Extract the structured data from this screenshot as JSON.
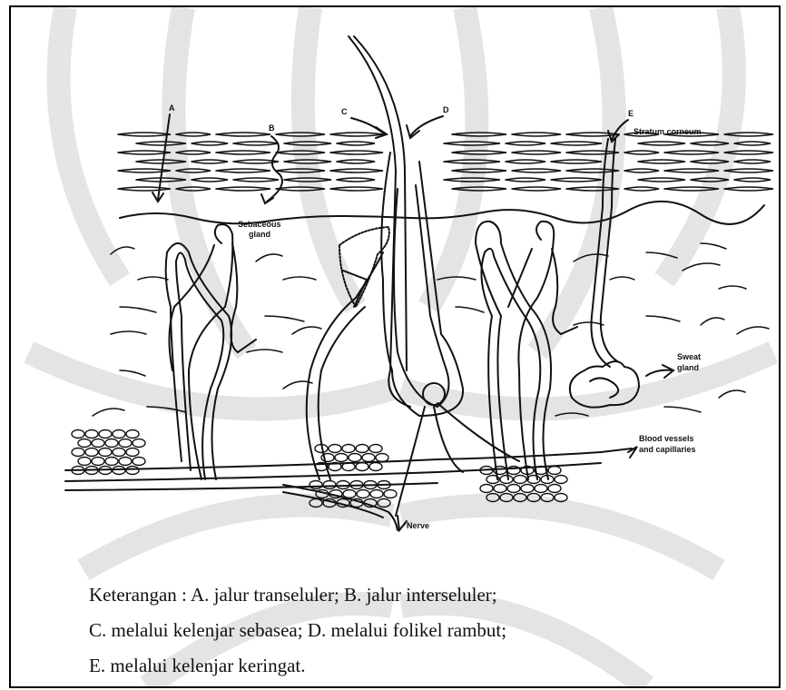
{
  "diagram": {
    "letters": {
      "a": "A",
      "b": "B",
      "c": "C",
      "d": "D",
      "e": "E"
    },
    "labels": {
      "stratum": "Stratum corneum",
      "sebaceous_1": "Sebaceous",
      "sebaceous_2": "gland",
      "sweat_1": "Sweat",
      "sweat_2": "gland",
      "blood_1": "Blood vessels",
      "blood_2": "and capillaries",
      "nerve": "Nerve"
    }
  },
  "caption": {
    "line1": "Keterangan : A. jalur transeluler; B. jalur interseluler;",
    "line2": "C. melalui kelenjar sebasea; D. melalui folikel rambut;",
    "line3": "E. melalui kelenjar keringat."
  },
  "colors": {
    "ink": "#111111",
    "watermark": "#d9d9d9",
    "border": "#000000"
  }
}
